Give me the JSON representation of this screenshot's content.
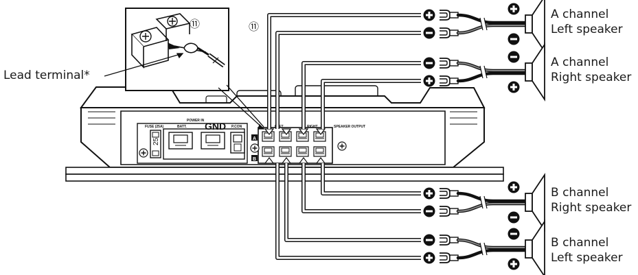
{
  "amplifier": {
    "fuse_label": "FUSE (25A)",
    "fuse_value": "25",
    "power_in_label": "POWER IN",
    "batt_label": "BATT.",
    "gnd_label": "GND",
    "pcon_label": "P.CON",
    "speaker_output_label": "SPEAKER OUTPUT",
    "row_a_label": "A",
    "row_b_label": "B",
    "left_mark": "LEFT",
    "right_mark": "RIGHT"
  },
  "callouts": {
    "ref_number": "⑪",
    "lead_terminal": "Lead terminal*"
  },
  "speakers": [
    {
      "line1": "A channel",
      "line2": "Left speaker"
    },
    {
      "line1": "A channel",
      "line2": "Right speaker"
    },
    {
      "line1": "B channel",
      "line2": "Right speaker"
    },
    {
      "line1": "B channel",
      "line2": "Left speaker"
    }
  ]
}
